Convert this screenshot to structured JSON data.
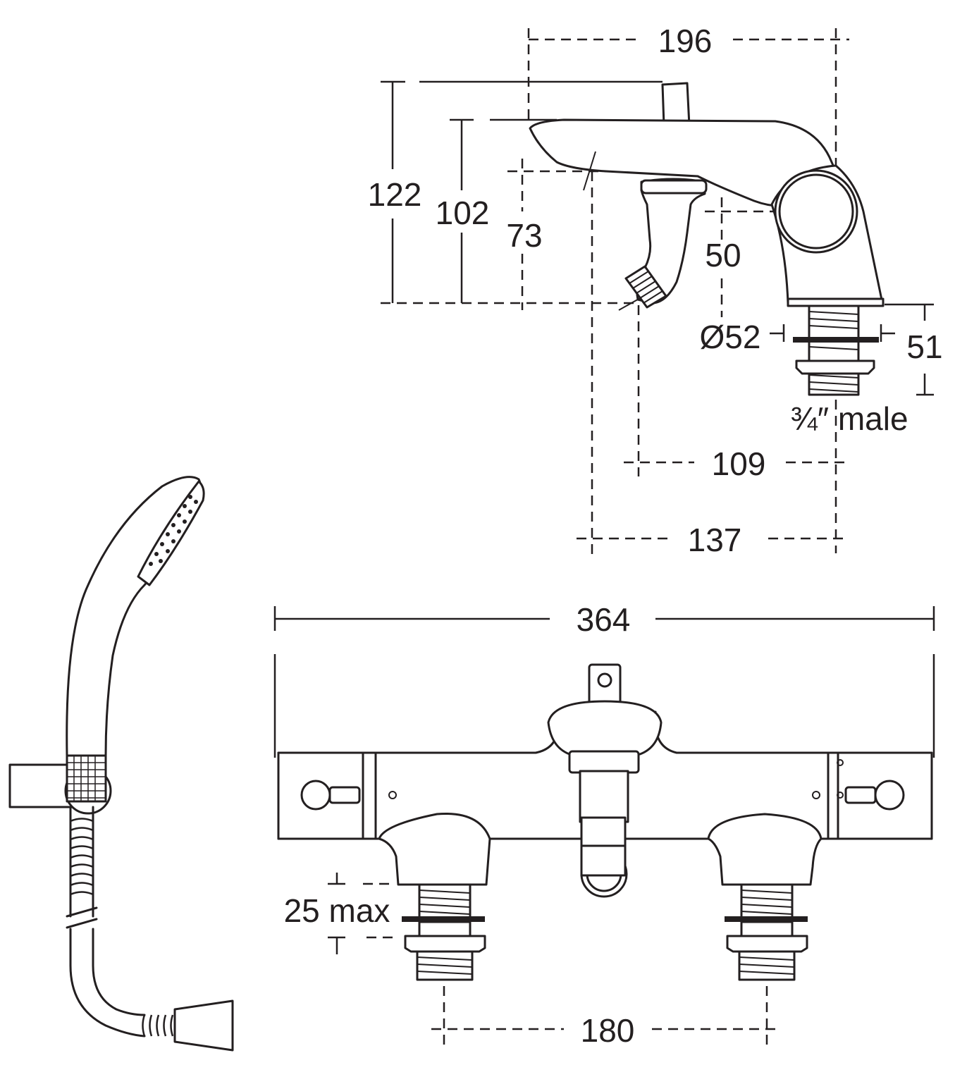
{
  "colors": {
    "line": "#231f20",
    "background": "#ffffff"
  },
  "dimensions": {
    "d196": "196",
    "d122": "122",
    "d102": "102",
    "d73": "73",
    "d50": "50",
    "d52": "Ø52",
    "d51": "51",
    "male": "¾″ male",
    "d109": "109",
    "d137": "137",
    "d364": "364",
    "d25": "25 max",
    "d180": "180"
  }
}
